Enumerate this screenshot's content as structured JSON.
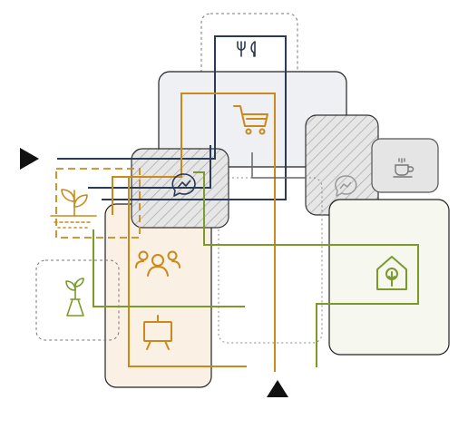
{
  "colors": {
    "navy": "#2b3a55",
    "orange": "#c98a1b",
    "green": "#7a9a2a",
    "gray_line": "#666666",
    "panel_gray": "#eef0f3",
    "panel_warm": "#fbf0e4",
    "panel_green": "#f6f7ef",
    "hatch": "#b9b9b9",
    "arrow": "#111111"
  },
  "icons": [
    {
      "name": "fork-knife-icon",
      "color": "navy"
    },
    {
      "name": "shopping-cart-icon",
      "color": "orange"
    },
    {
      "name": "messenger-icon",
      "color": "navy"
    },
    {
      "name": "messenger-icon-faded",
      "color": "gray"
    },
    {
      "name": "coffee-cup-icon",
      "color": "gray"
    },
    {
      "name": "seedling-icon",
      "color": "orange"
    },
    {
      "name": "people-group-icon",
      "color": "orange"
    },
    {
      "name": "plant-flask-icon",
      "color": "green"
    },
    {
      "name": "presentation-board-icon",
      "color": "orange"
    },
    {
      "name": "house-tree-icon",
      "color": "green"
    }
  ],
  "arrows": [
    {
      "name": "play-arrow-right-icon",
      "direction": "right"
    },
    {
      "name": "arrow-up-icon",
      "direction": "up"
    }
  ]
}
